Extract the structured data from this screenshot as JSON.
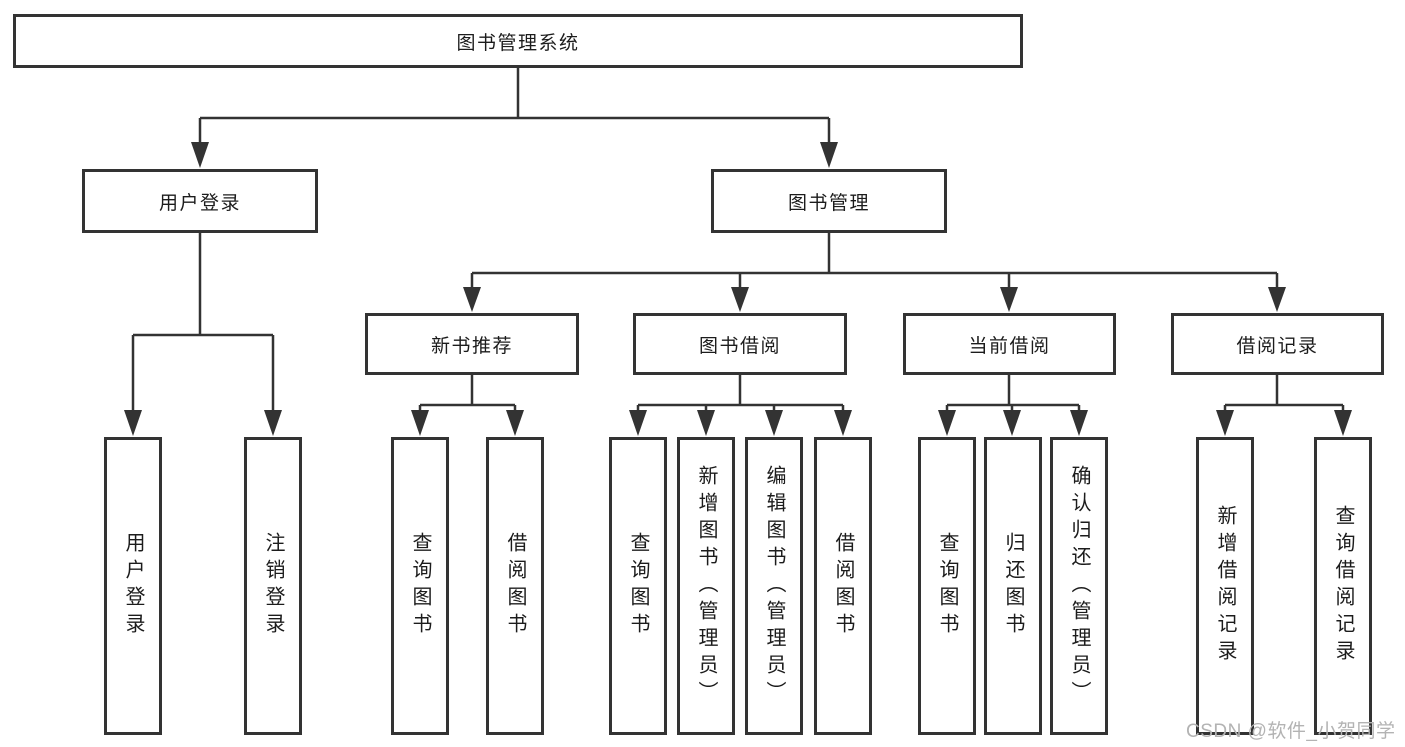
{
  "tree": {
    "root": "图书管理系统",
    "branches": [
      {
        "label": "用户登录",
        "leaves": [
          "用户登录",
          "注销登录"
        ]
      },
      {
        "label": "图书管理",
        "children": [
          {
            "label": "新书推荐",
            "leaves": [
              "查询图书",
              "借阅图书"
            ]
          },
          {
            "label": "图书借阅",
            "leaves": [
              "查询图书",
              "新增图书（管理员）",
              "编辑图书（管理员）",
              "借阅图书"
            ]
          },
          {
            "label": "当前借阅",
            "leaves": [
              "查询图书",
              "归还图书",
              "确认归还（管理员）"
            ]
          },
          {
            "label": "借阅记录",
            "leaves": [
              "新增借阅记录",
              "查询借阅记录"
            ]
          }
        ]
      }
    ]
  },
  "watermark": "CSDN @软件_小贺同学",
  "colors": {
    "background": "#ffffff",
    "line": "#333333",
    "box_border": "#333333",
    "text": "#1c1c1c",
    "watermark": "#b3b3b3"
  }
}
